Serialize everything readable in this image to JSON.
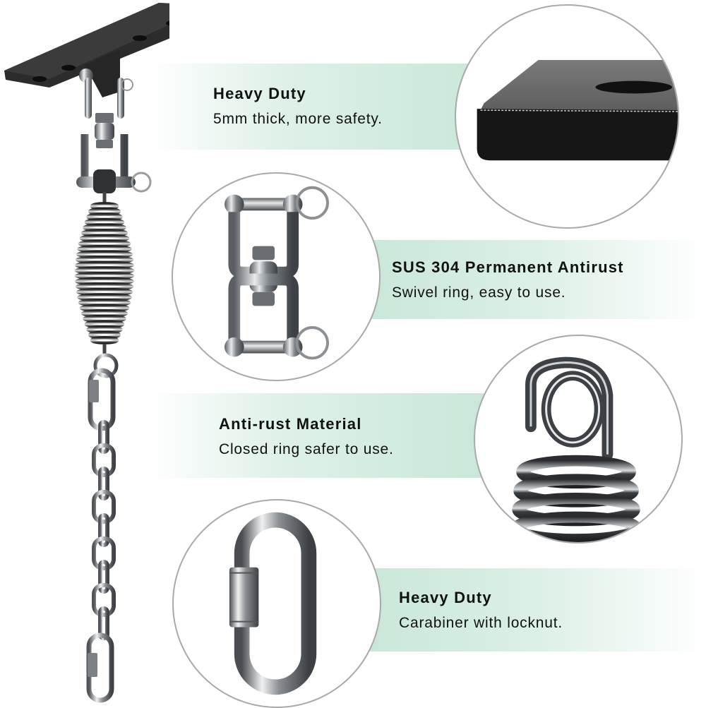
{
  "features": [
    {
      "title": "Heavy Duty",
      "description": "5mm thick, more safety.",
      "image": "steel-plate-closeup",
      "band_side": "left"
    },
    {
      "title": "SUS 304 Permanent Antirust",
      "description": "Swivel ring, easy to use.",
      "image": "swivel-shackle",
      "band_side": "right"
    },
    {
      "title": "Anti-rust Material",
      "description": "Closed ring safer to use.",
      "image": "spring-hook-closeup",
      "band_side": "left"
    },
    {
      "title": "Heavy Duty",
      "description": "Carabiner with locknut.",
      "image": "quick-link-carabiner",
      "band_side": "right"
    }
  ],
  "product": {
    "name": "hanging-kit-assembly",
    "parts": [
      "ceiling-mount-plate",
      "swivel-shackle",
      "spring",
      "chain",
      "carabiner"
    ]
  },
  "colors": {
    "band_mint": "#c5e6d6",
    "circle_border": "#a9a9a9",
    "text": "#111111",
    "plate": "#2b2b2b",
    "steel": "#9a9ea3"
  }
}
